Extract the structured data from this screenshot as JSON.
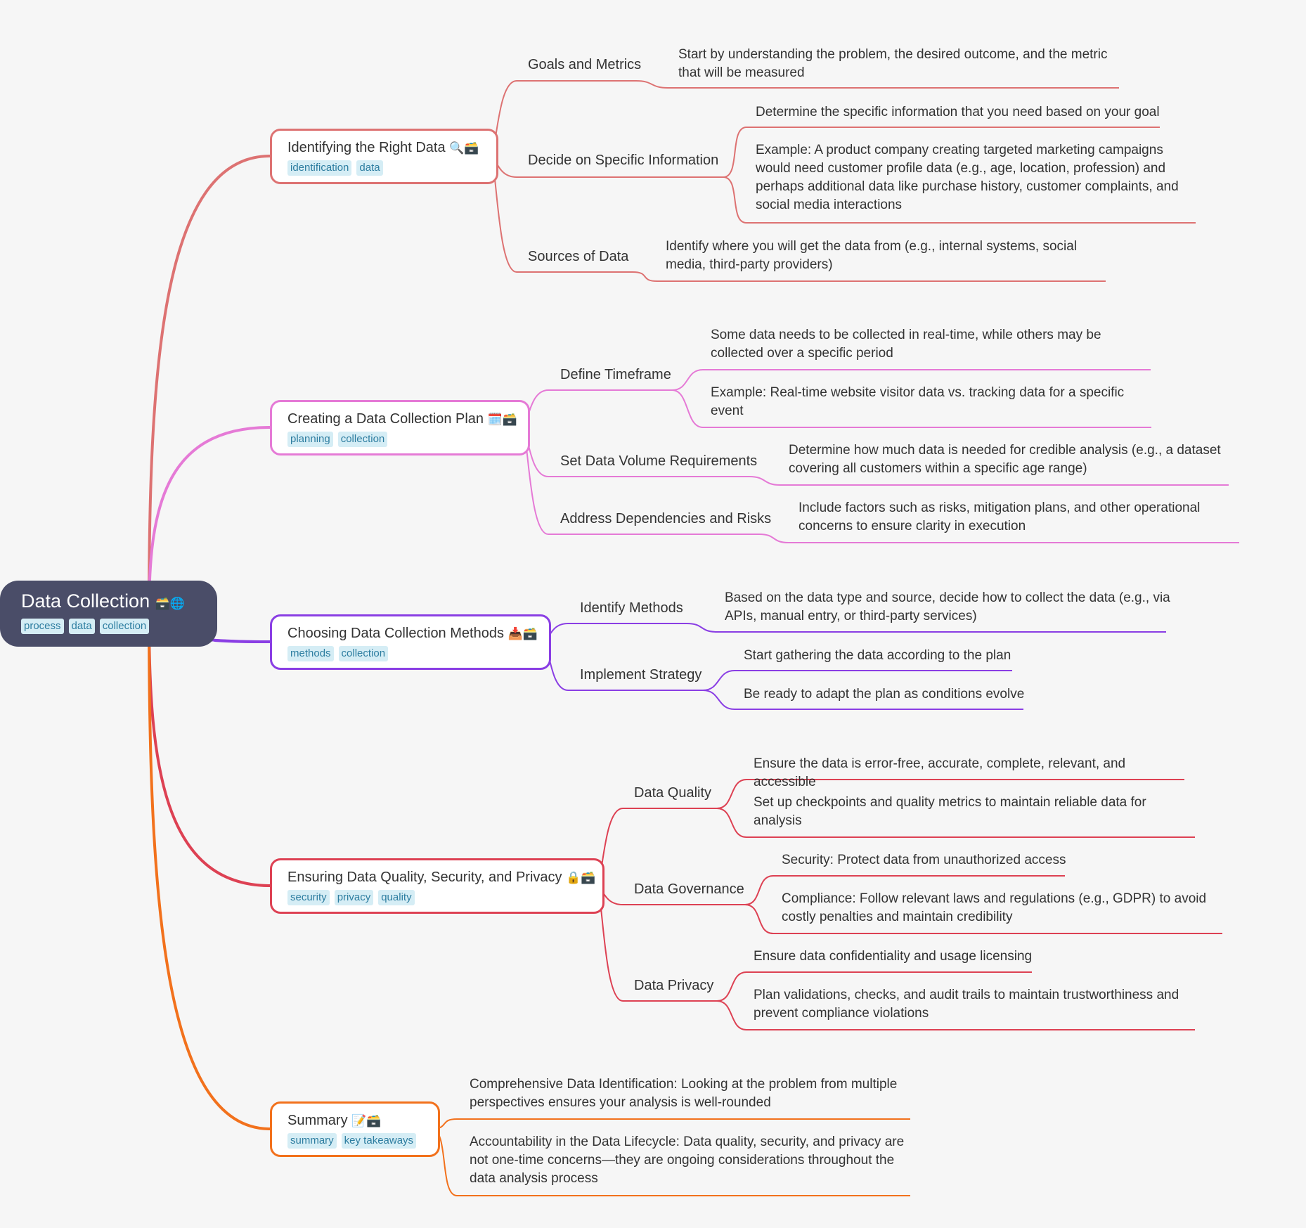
{
  "root": {
    "title": "Data Collection",
    "emoji": "🗃️🌐",
    "tags": [
      "process",
      "data",
      "collection"
    ]
  },
  "colors": {
    "background": "#f6f6f6",
    "root_fill": "#4a4d68",
    "tag_bg": "#d5edf5",
    "tag_text": "#2d7da0",
    "branch_identify": "#dd7272",
    "branch_plan": "#e57ad6",
    "branch_methods": "#8a3ee4",
    "branch_quality": "#dd4153",
    "branch_summary": "#f2711c"
  },
  "topics": [
    {
      "title": "Identifying the Right Data",
      "emoji": "🔍🗃️",
      "tags": [
        "identification",
        "data"
      ],
      "subtopics": [
        {
          "title": "Goals and Metrics",
          "leaves": [
            "Start by understanding the problem, the desired outcome, and the metric that will be measured"
          ]
        },
        {
          "title": "Decide on Specific Information",
          "leaves": [
            "Determine the specific information that you need based on your goal",
            "Example: A product company creating targeted marketing campaigns would need customer profile data (e.g., age, location, profession) and perhaps additional data like purchase history, customer complaints, and social media interactions"
          ]
        },
        {
          "title": "Sources of Data",
          "leaves": [
            "Identify where you will get the data from (e.g., internal systems, social media, third-party providers)"
          ]
        }
      ]
    },
    {
      "title": "Creating a Data Collection Plan",
      "emoji": "🗓️🗃️",
      "tags": [
        "planning",
        "collection"
      ],
      "subtopics": [
        {
          "title": "Define Timeframe",
          "leaves": [
            "Some data needs to be collected in real-time, while others may be collected over a specific period",
            "Example: Real-time website visitor data vs. tracking data for a specific event"
          ]
        },
        {
          "title": "Set Data Volume Requirements",
          "leaves": [
            "Determine how much data is needed for credible analysis (e.g., a dataset covering all customers within a specific age range)"
          ]
        },
        {
          "title": "Address Dependencies and Risks",
          "leaves": [
            "Include factors such as risks, mitigation plans, and other operational concerns to ensure clarity in execution"
          ]
        }
      ]
    },
    {
      "title": "Choosing Data Collection Methods",
      "emoji": "📥🗃️",
      "tags": [
        "methods",
        "collection"
      ],
      "subtopics": [
        {
          "title": "Identify Methods",
          "leaves": [
            "Based on the data type and source, decide how to collect the data (e.g., via APIs, manual entry, or third-party services)"
          ]
        },
        {
          "title": "Implement Strategy",
          "leaves": [
            "Start gathering the data according to the plan",
            "Be ready to adapt the plan as conditions evolve"
          ]
        }
      ]
    },
    {
      "title": "Ensuring Data Quality, Security, and Privacy",
      "emoji": "🔒🗃️",
      "tags": [
        "security",
        "privacy",
        "quality"
      ],
      "subtopics": [
        {
          "title": "Data Quality",
          "leaves": [
            "Ensure the data is error-free, accurate, complete, relevant, and accessible",
            "Set up checkpoints and quality metrics to maintain reliable data for analysis"
          ]
        },
        {
          "title": "Data Governance",
          "leaves": [
            "Security: Protect data from unauthorized access",
            "Compliance: Follow relevant laws and regulations (e.g., GDPR) to avoid costly penalties and maintain credibility"
          ]
        },
        {
          "title": "Data Privacy",
          "leaves": [
            "Ensure data confidentiality and usage licensing",
            "Plan validations, checks, and audit trails to maintain trustworthiness and prevent compliance violations"
          ]
        }
      ]
    },
    {
      "title": "Summary",
      "emoji": "📝🗃️",
      "tags": [
        "summary",
        "key takeaways"
      ],
      "leaves": [
        "Comprehensive Data Identification: Looking at the problem from multiple perspectives ensures your analysis is well-rounded",
        "Accountability in the Data Lifecycle: Data quality, security, and privacy are not one-time concerns—they are ongoing considerations throughout the data analysis process"
      ]
    }
  ]
}
